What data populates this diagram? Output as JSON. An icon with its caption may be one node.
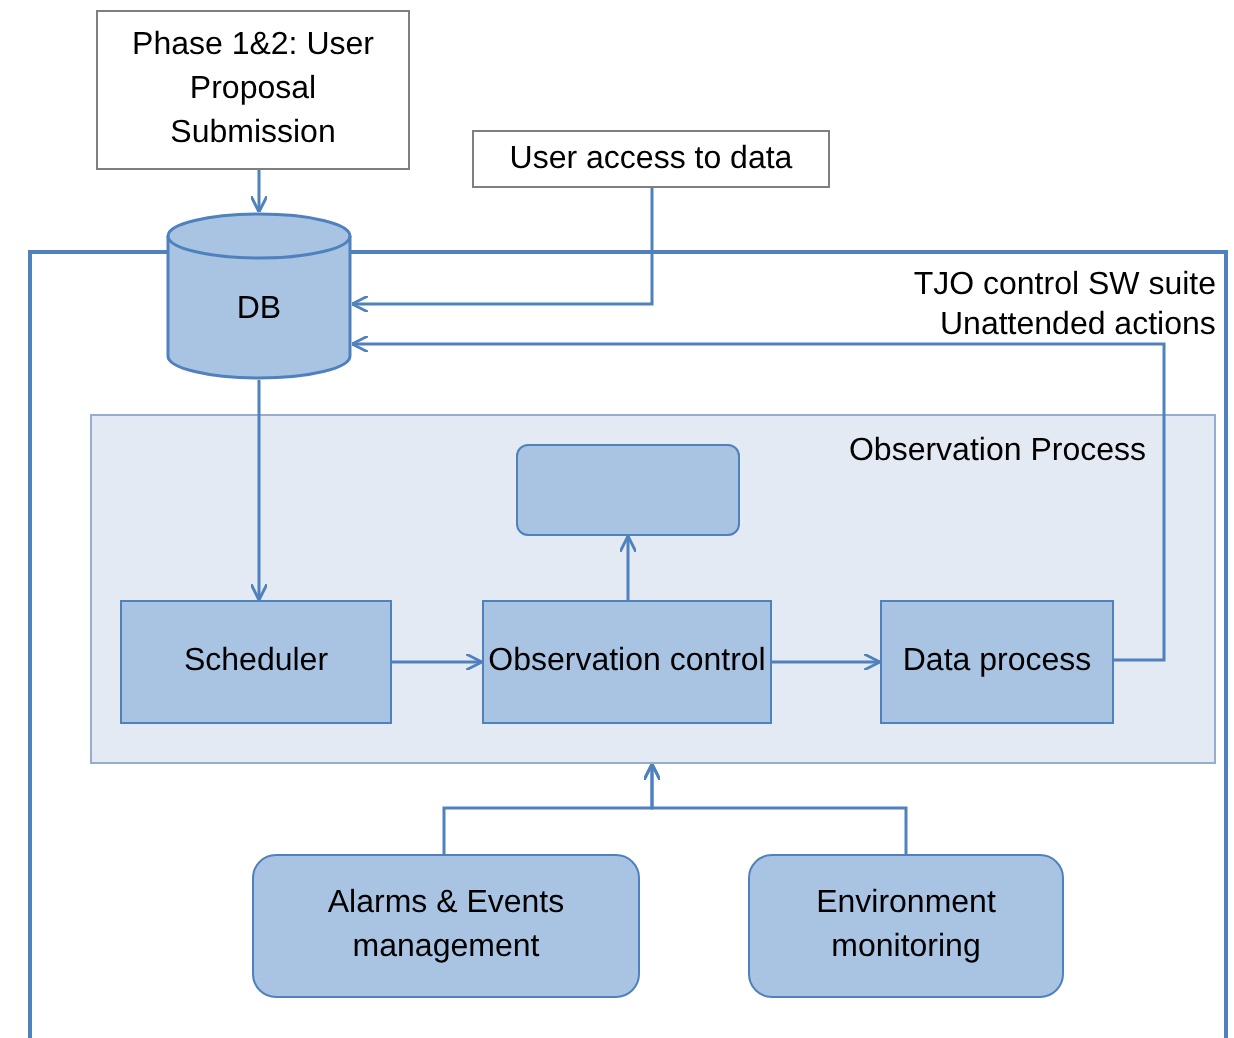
{
  "diagram": {
    "nodes": [
      {
        "text": [
          "Phase 1&2: User Proposal Submission"
        ]
      },
      {
        "text": [
          "User access to data"
        ]
      },
      {
        "text": [
          "DB"
        ]
      },
      {
        "text": [
          "TJO control SW suite"
        ]
      },
      {
        "text": [
          "Observation Process"
        ],
        "in": 3
      },
      {
        "text": [],
        "shape": "box",
        "in": 4
      },
      {
        "text": [
          "Scheduler"
        ],
        "in": 4
      },
      {
        "text": [
          "Observation control"
        ],
        "in": 4
      },
      {
        "text": [
          "Data process"
        ],
        "in": 4
      },
      {
        "text": [
          "Alarms & Events management"
        ],
        "in": 3
      },
      {
        "text": [
          "Environment monitoring"
        ],
        "in": 3
      }
    ],
    "edges": [
      {
        "from": 0,
        "to": 2,
        "arrow": "to"
      },
      {
        "from": 1,
        "to": 2,
        "arrow": "to"
      },
      {
        "from": 8,
        "to": 2,
        "arrow": "to",
        "label": "Unattended actions"
      },
      {
        "from": 2,
        "to": 6,
        "arrow": "to"
      },
      {
        "from": 6,
        "to": 7,
        "arrow": "to"
      },
      {
        "from": 7,
        "to": 5,
        "arrow": "to"
      },
      {
        "from": 7,
        "to": 8,
        "arrow": "to"
      },
      {
        "from": 9,
        "to": 4,
        "arrow": "to"
      },
      {
        "from": 10,
        "to": 4,
        "arrow": "to"
      }
    ]
  }
}
